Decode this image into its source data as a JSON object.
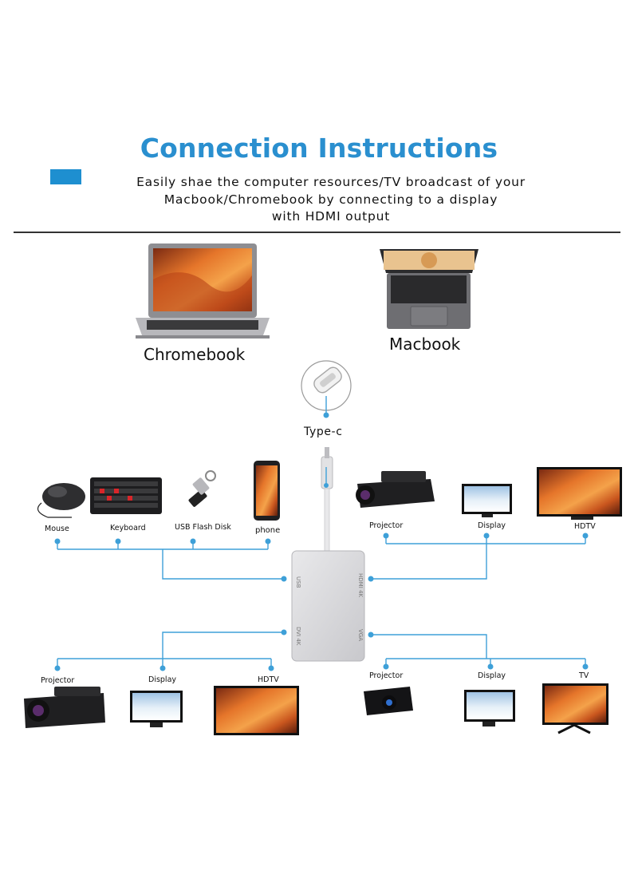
{
  "header": {
    "title": "Connection Instructions",
    "subtitle_lines": [
      "Easily shae the computer resources/TV broadcast of your",
      "Macbook/Chromebook by connecting to a display",
      "with HDMI output"
    ]
  },
  "sources": {
    "chromebook": "Chromebook",
    "macbook": "Macbook"
  },
  "connector": {
    "label": "Type-c"
  },
  "hub_ports": {
    "usb": "USB",
    "hdmi": "HDMI 4K",
    "dvi": "DVI 4K",
    "vga": "VGA"
  },
  "usb_devices": [
    "Mouse",
    "Keyboard",
    "USB Flash Disk",
    "phone"
  ],
  "hdmi_devices": [
    "Projector",
    "Display",
    "HDTV"
  ],
  "dvi_devices": [
    "Projector",
    "Display",
    "HDTV"
  ],
  "vga_devices": [
    "Projector",
    "Display",
    "TV"
  ],
  "colors": {
    "title": "#2a8fcf",
    "accent": "#1e8fd0",
    "connector_lines": "#3ea0d8",
    "screen_orange": "#e5752a"
  }
}
